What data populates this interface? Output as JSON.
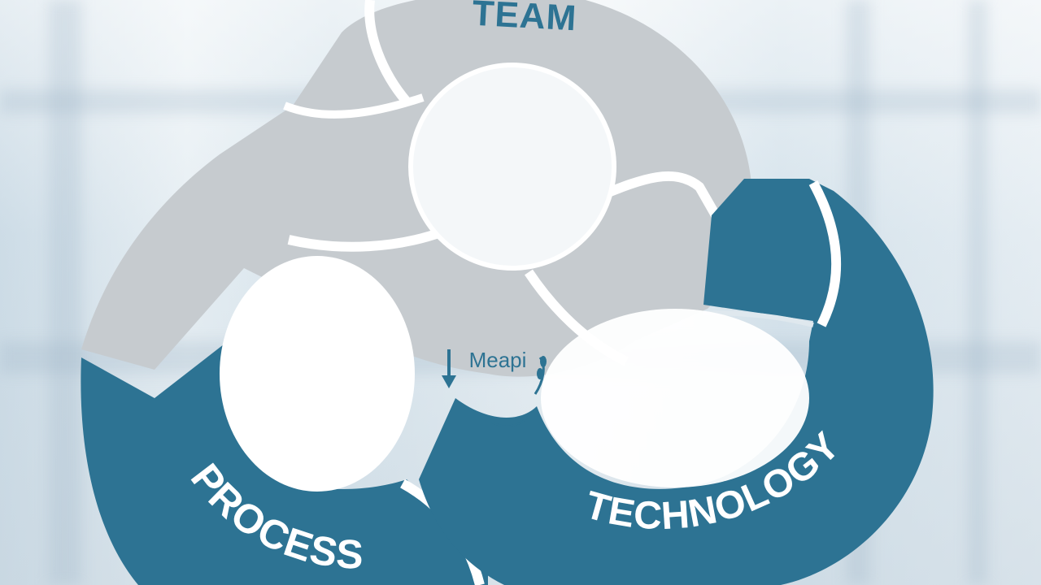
{
  "diagram": {
    "labels": {
      "team": "TEAM",
      "process": "PROCESS",
      "technology": "TECHNOLOGY",
      "center": "Meapi"
    },
    "colors": {
      "team_segment": "#c6cbcf",
      "process_segment": "#2d7393",
      "technology_segment": "#2d7393",
      "team_text": "#2d7393",
      "segment_text": "#ffffff",
      "hub": "#ffffff"
    },
    "icons": [
      "down-arrow-icon",
      "wheat-icon"
    ]
  }
}
